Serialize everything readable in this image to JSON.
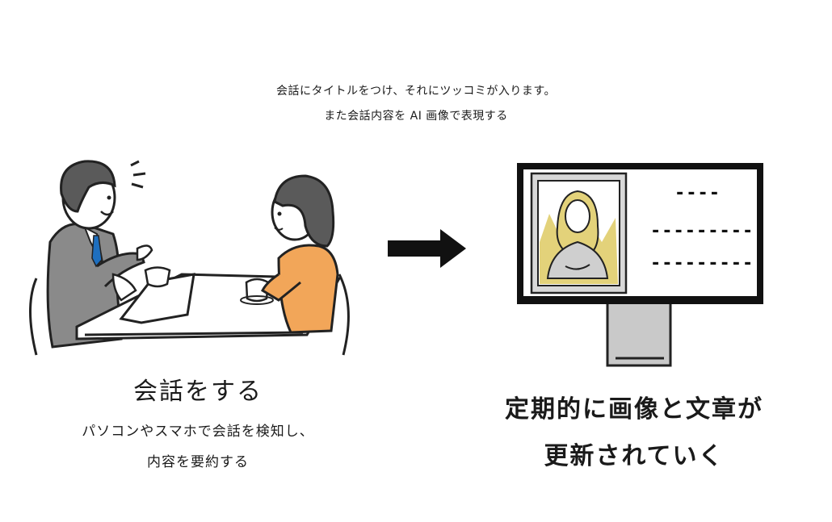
{
  "header": {
    "line1": "会話にタイトルをつけ、それにツッコミが入ります。",
    "line2": "また会話内容を AI 画像で表現する"
  },
  "left": {
    "title": "会話をする",
    "sub_line1": "パソコンやスマホで会話を検知し、",
    "sub_line2": "内容を要約する"
  },
  "right": {
    "title_line1": "定期的に画像と文章が",
    "title_line2": "更新されていく",
    "screen_lines": [
      "----",
      "---------",
      "---------"
    ]
  },
  "colors": {
    "suit": "#8a8a8a",
    "hair": "#5a5a5a",
    "sweater": "#f2a659",
    "painting_accent": "#e3d27a",
    "arrow": "#111111"
  }
}
